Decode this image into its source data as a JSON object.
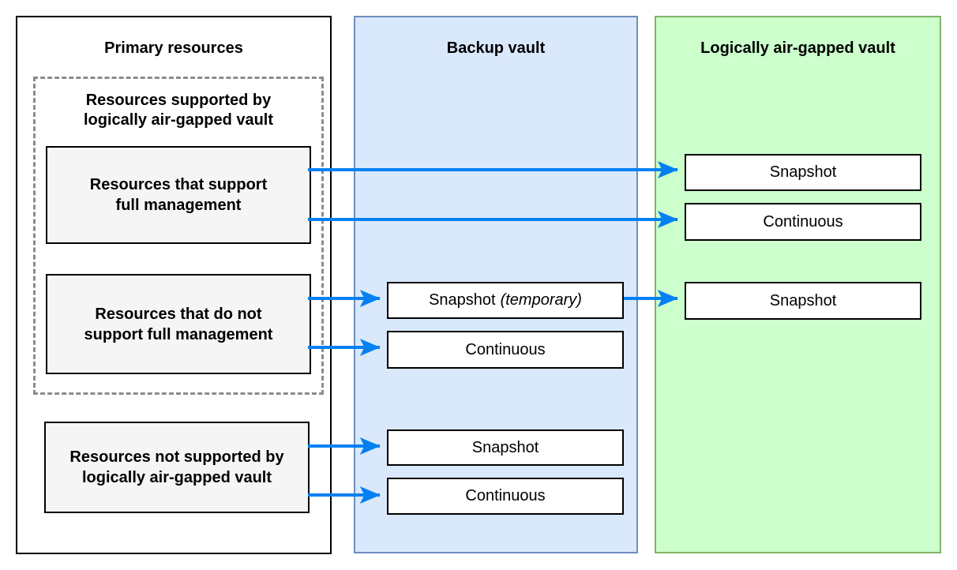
{
  "colors": {
    "arrow": "#0580f2",
    "backup_vault_fill": "#dae8fc",
    "backup_vault_border": "#6c8ebf",
    "air_gapped_fill": "#ccffcc",
    "air_gapped_border": "#82b366",
    "resource_box_fill": "#f5f5f5",
    "dashed_group_border": "#8c8c8c",
    "box_border": "#000000"
  },
  "primary_panel": {
    "title": "Primary resources",
    "supported_group": {
      "heading_line1": "Resources supported by",
      "heading_line2": "logically air-gapped vault",
      "full_management": {
        "line1": "Resources that support",
        "line2": "full management"
      },
      "partial_management": {
        "line1": "Resources that do not",
        "line2": "support full management"
      }
    },
    "unsupported": {
      "line1": "Resources not supported by",
      "line2": "logically air-gapped vault"
    }
  },
  "backup_vault_panel": {
    "title": "Backup vault",
    "snapshot_temporary": {
      "label": "Snapshot",
      "qualifier": "(temporary)"
    },
    "continuous_top": {
      "label": "Continuous"
    },
    "snapshot": {
      "label": "Snapshot"
    },
    "continuous_bottom": {
      "label": "Continuous"
    }
  },
  "air_gapped_panel": {
    "title": "Logically air-gapped vault",
    "snapshot_full": {
      "label": "Snapshot"
    },
    "continuous_full": {
      "label": "Continuous"
    },
    "snapshot_copied": {
      "label": "Snapshot"
    }
  }
}
